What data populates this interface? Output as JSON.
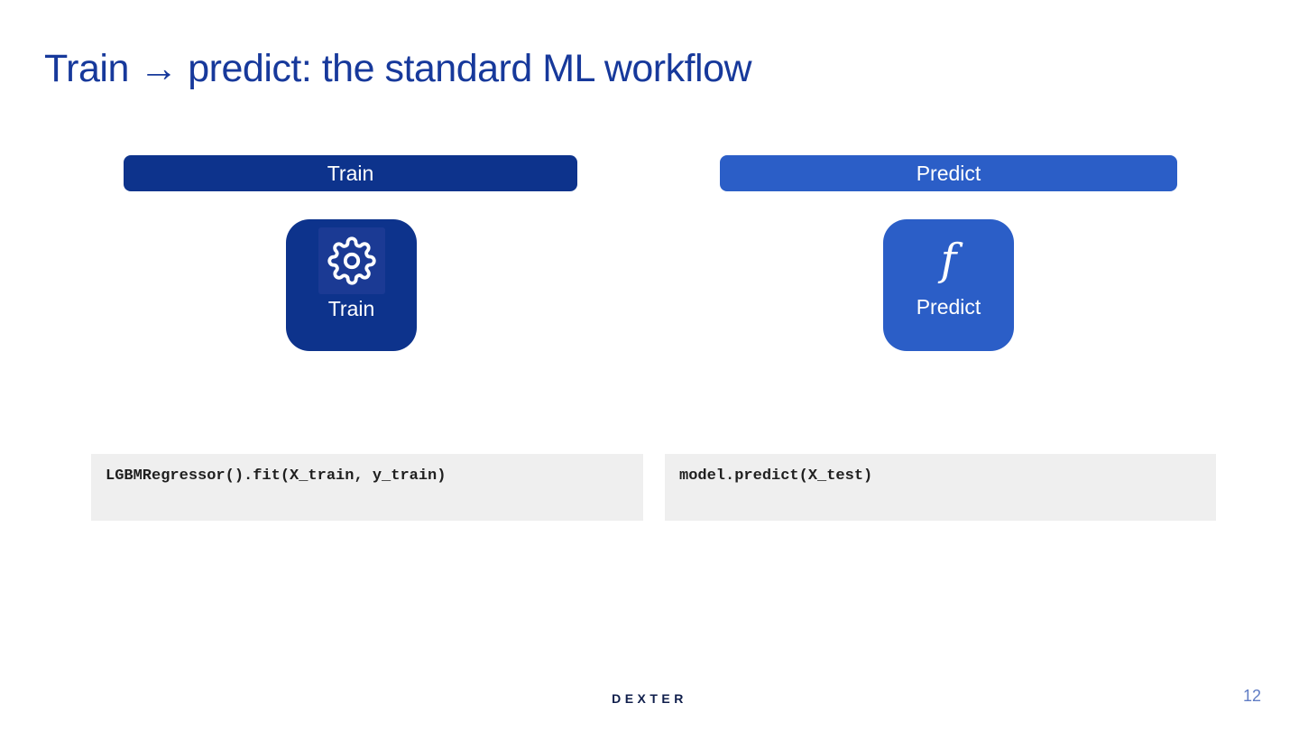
{
  "slide": {
    "title": "Train → predict: the standard ML workflow",
    "page_number": "12",
    "logo_text": "DEXTER"
  },
  "columns": {
    "train": {
      "header_label": "Train",
      "card_label": "Train",
      "card_icon": "gear-icon",
      "code": "LGBMRegressor().fit(X_train, y_train)"
    },
    "predict": {
      "header_label": "Predict",
      "card_label": "Predict",
      "card_icon": "function-f-icon",
      "card_glyph": "f",
      "code": "model.predict(X_test)"
    }
  },
  "colors": {
    "title_blue": "#17399B",
    "dark_navy": "#0D338C",
    "medium_blue": "#2B5EC7",
    "icon_box_navy": "#1B3A94",
    "code_bg": "#EFEFEF",
    "code_text": "#1F1F1F",
    "logo_navy": "#0F1E4B",
    "page_number_color": "#5F7CC4"
  }
}
